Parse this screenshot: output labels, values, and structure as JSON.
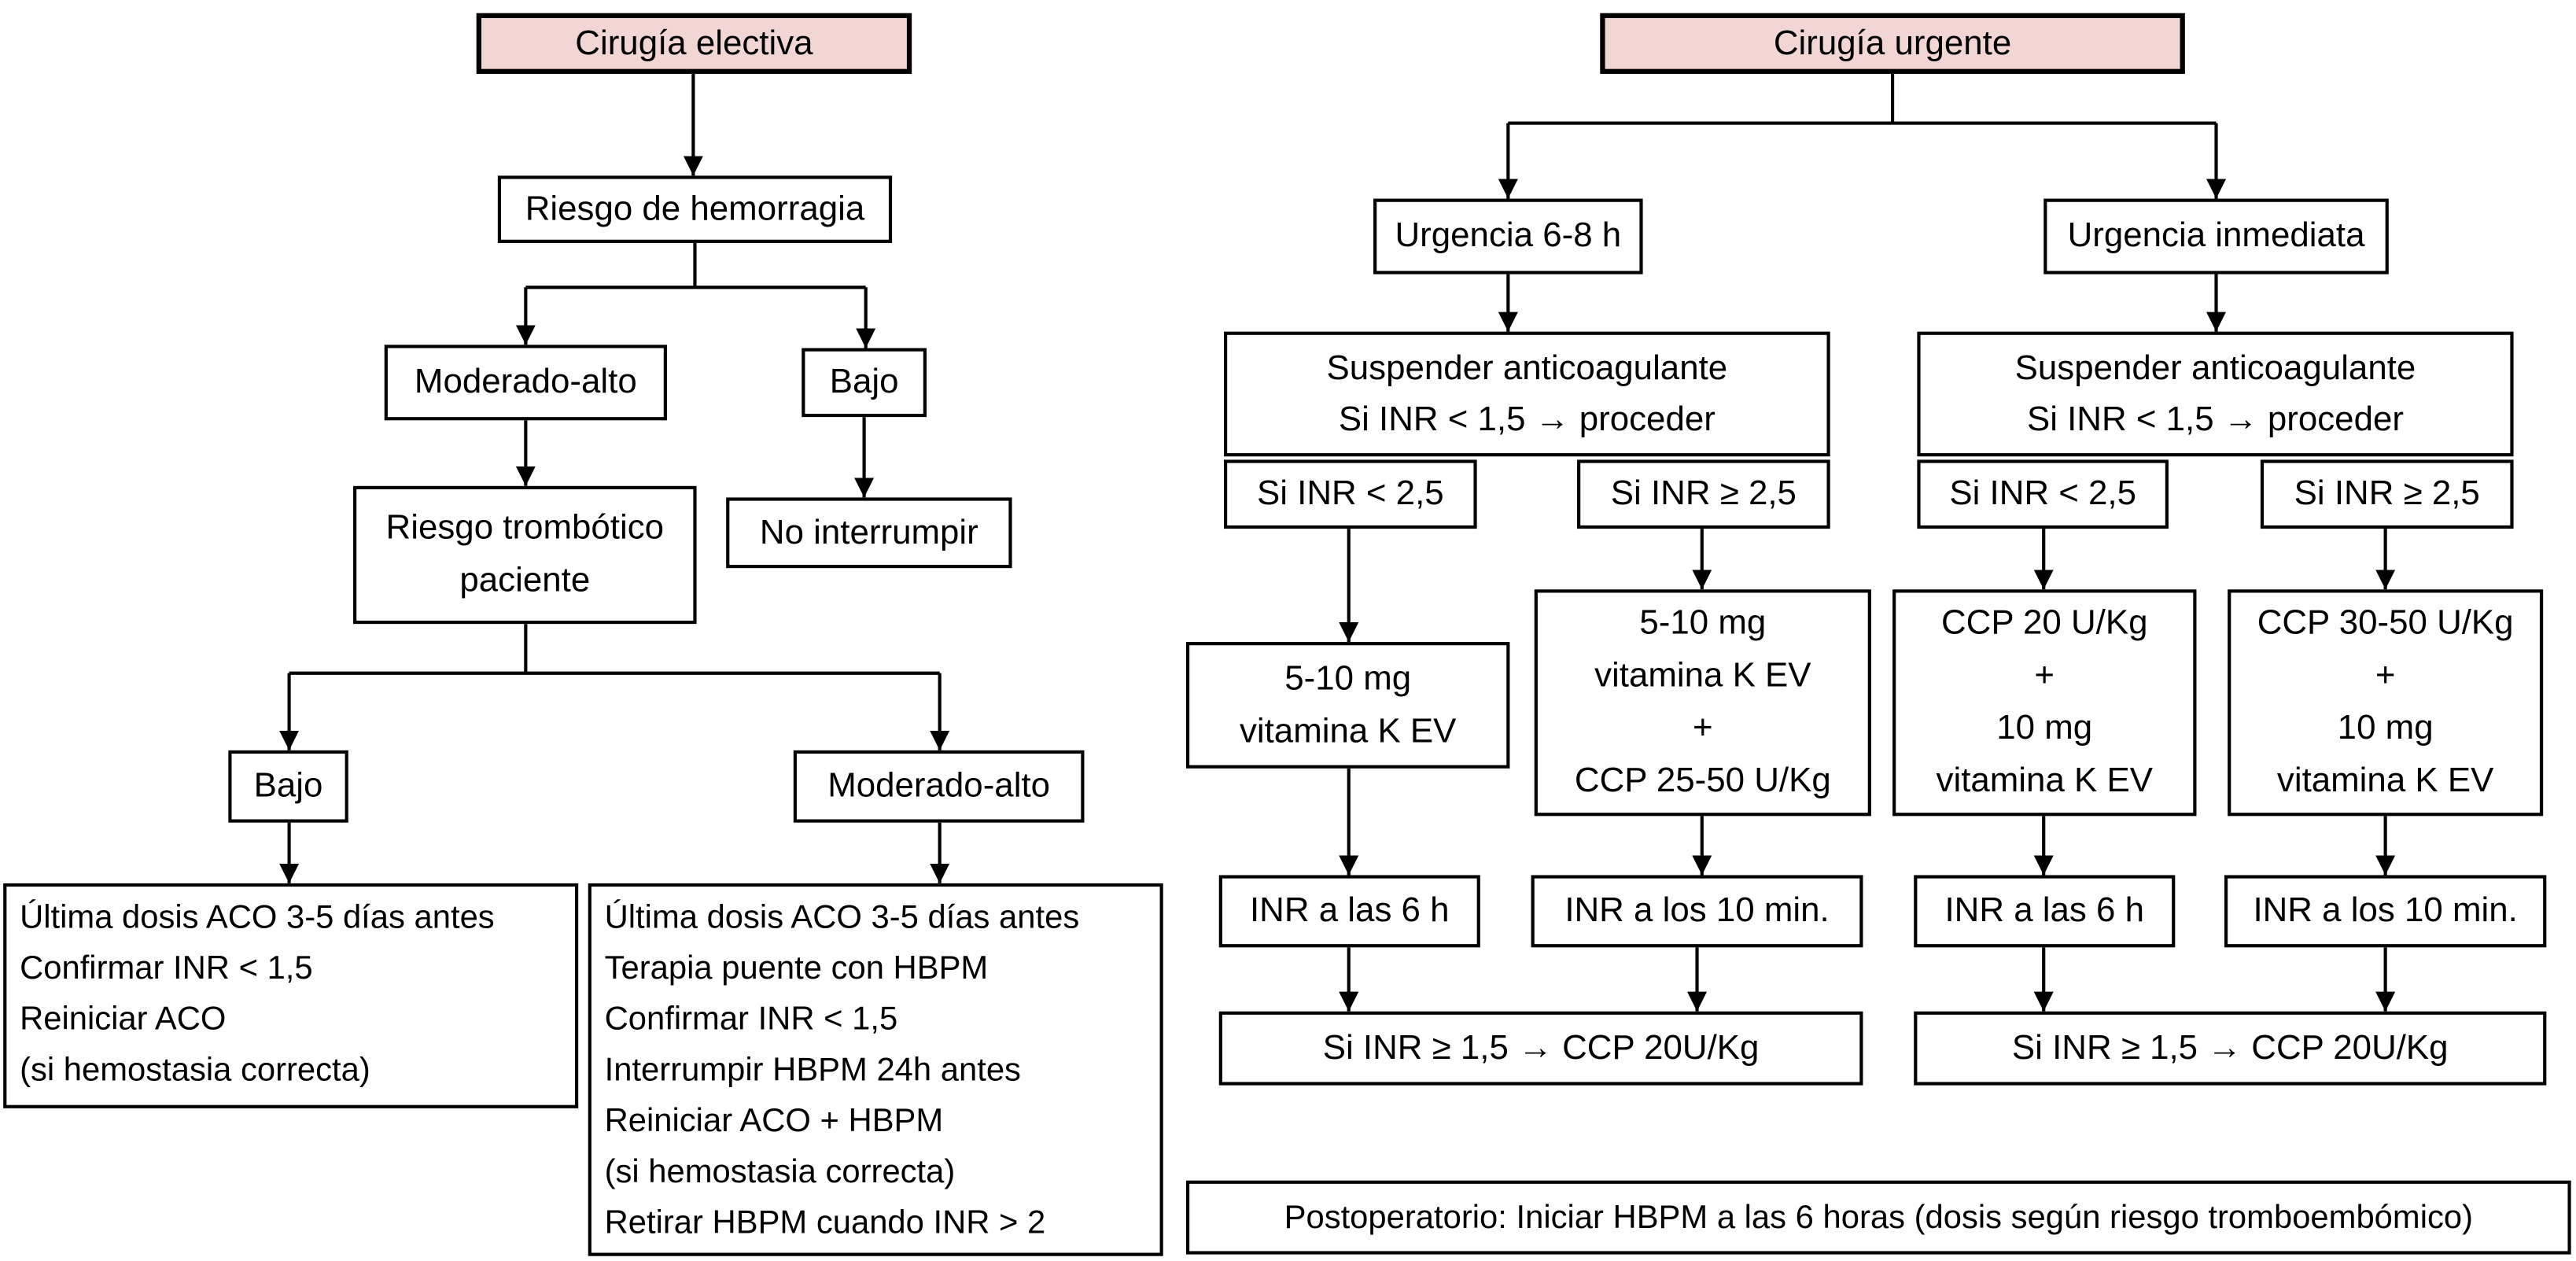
{
  "colors": {
    "header_fill": "#f1d6d4",
    "line": "#000000",
    "box_fill": "#ffffff"
  },
  "elective": {
    "title": "Cirugía electiva",
    "bleeding_risk": "Riesgo de hemorragia",
    "moderate_high": "Moderado-alto",
    "low": "Bajo",
    "thrombotic_risk": "Riesgo trombótico\npaciente",
    "no_interrupt": "No interrumpir",
    "low_thrombotic": "Bajo",
    "moderate_high_thrombotic": "Moderado-alto",
    "plan_low_risk": "Última dosis ACO 3-5 días antes\nConfirmar INR < 1,5\nReiniciar ACO\n(si hemostasia correcta)",
    "plan_high_risk": "Última dosis ACO 3-5 días antes\nTerapia puente con HBPM\nConfirmar INR < 1,5\nInterrumpir HBPM 24h antes\nReiniciar ACO + HBPM\n(si hemostasia correcta)\nRetirar HBPM cuando INR > 2"
  },
  "urgent": {
    "title": "Cirugía urgente",
    "urgency_6_8h": "Urgencia 6-8 h",
    "urgency_immediate": "Urgencia inmediata",
    "suspend_1": "Suspender anticoagulante\nSi INR < 1,5 → proceder",
    "suspend_2": "Suspender anticoagulante\nSi INR < 1,5 → proceder",
    "if_inr_lt_25_1": "Si INR < 2,5",
    "if_inr_ge_25_1": "Si INR ≥ 2,5",
    "if_inr_lt_25_2": "Si INR < 2,5",
    "if_inr_ge_25_2": "Si INR ≥ 2,5",
    "vit_k": "5-10 mg\nvitamina K EV",
    "vit_k_ccp": "5-10 mg\nvitamina K EV\n+\nCCP 25-50 U/Kg",
    "ccp_20": "CCP 20 U/Kg\n+\n10 mg\nvitamina K EV",
    "ccp_30_50": "CCP 30-50 U/Kg\n+\n10 mg\nvitamina K EV",
    "inr_6h_1": "INR a las 6 h",
    "inr_10min_1": "INR a los 10 min.",
    "inr_6h_2": "INR a las 6 h",
    "inr_10min_2": "INR a los 10 min.",
    "rescue_1": "Si INR ≥ 1,5 → CCP 20U/Kg",
    "rescue_2": "Si INR ≥ 1,5 → CCP 20U/Kg",
    "postoperative": "Postoperatorio: Iniciar HBPM a las 6 horas (dosis según riesgo tromboembómico)"
  }
}
